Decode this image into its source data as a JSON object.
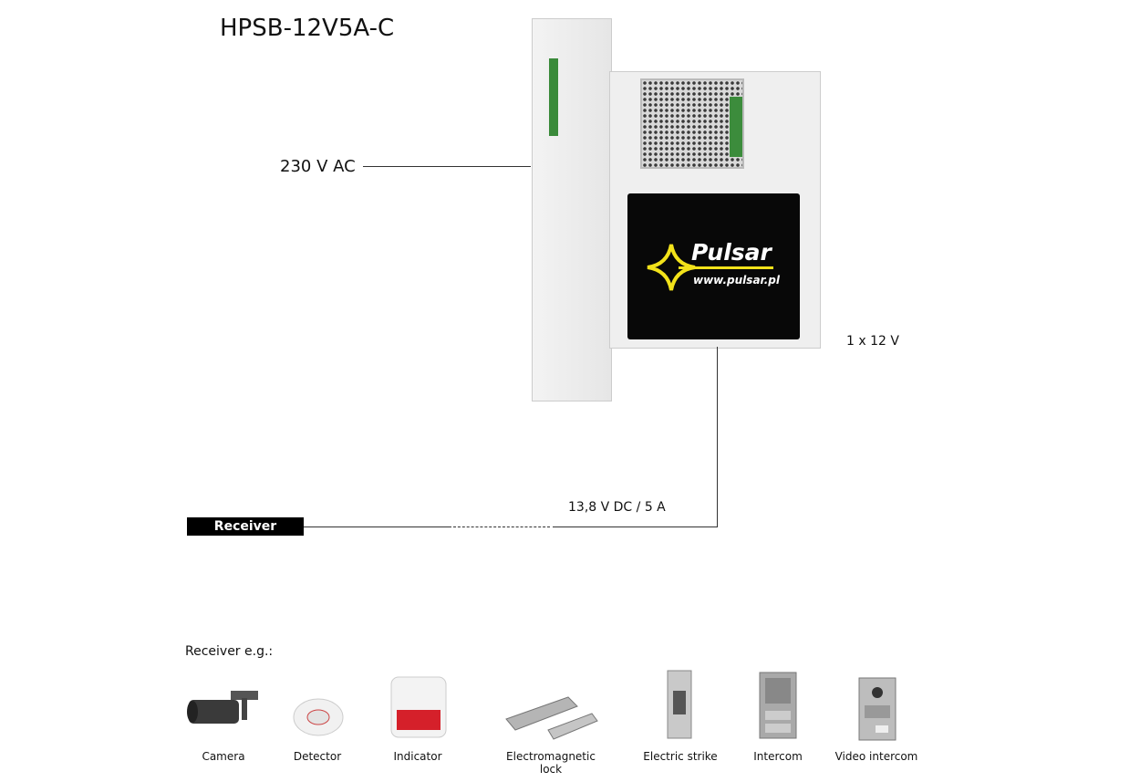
{
  "title": "HPSB-12V5A-C",
  "input_label": "230 V AC",
  "battery_label": "1 x 12 V",
  "output_label": "13,8 V DC / 5 A",
  "receiver_label": "Receiver",
  "battery_brand": "Pulsar",
  "battery_url": "www.pulsar.pl",
  "receivers_heading": "Receiver e.g.:",
  "receivers": [
    {
      "label": "Camera"
    },
    {
      "label": "Detector"
    },
    {
      "label": "Indicator"
    },
    {
      "label": "Electromagnetic lock"
    },
    {
      "label": "Electric strike"
    },
    {
      "label": "Intercom"
    },
    {
      "label": "Video intercom"
    }
  ],
  "colors": {
    "logo_yellow": "#f2e21a",
    "battery": "#080808",
    "line": "#333333"
  }
}
